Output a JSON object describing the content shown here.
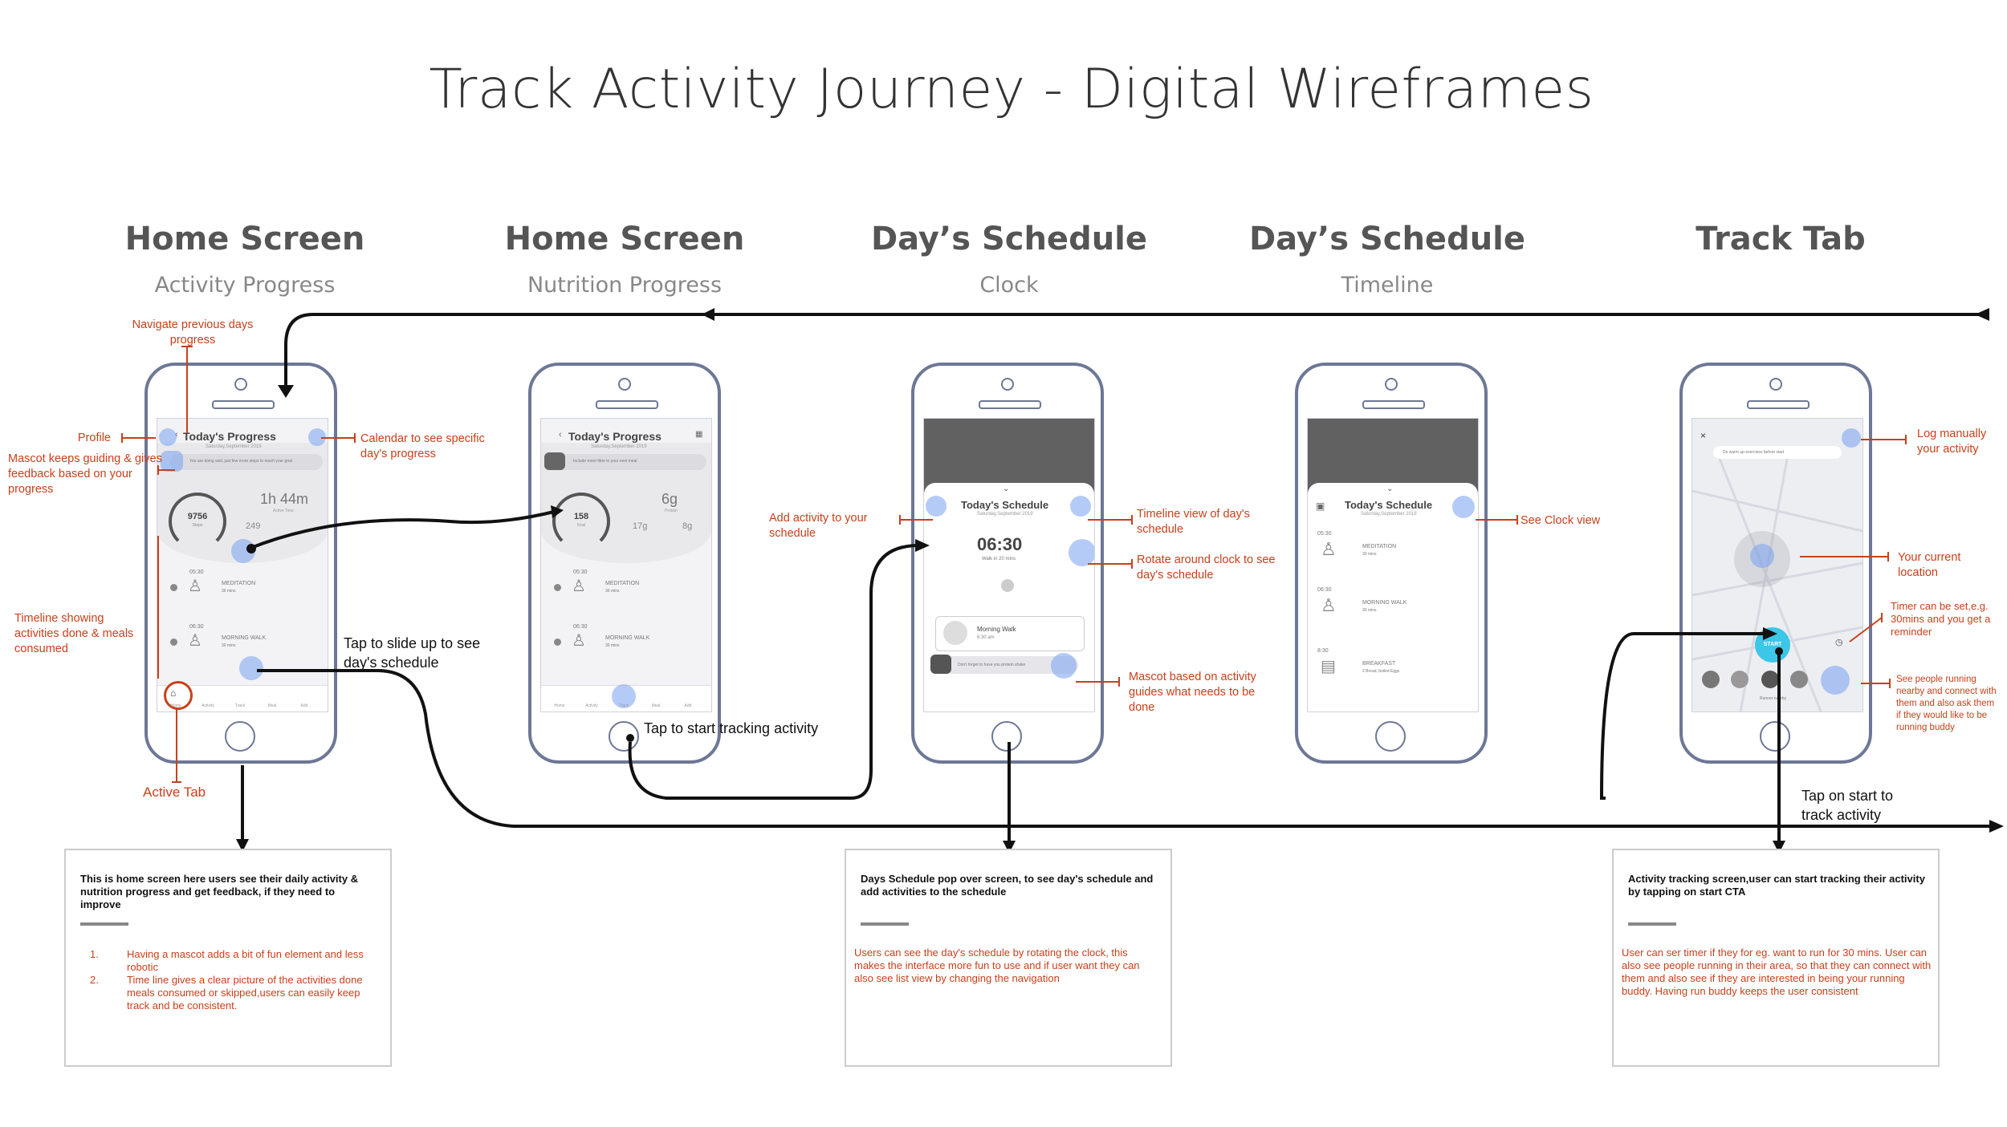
{
  "title": "Track Activity Journey - Digital Wireframes",
  "columns": [
    {
      "title": "Home Screen",
      "subtitle": "Activity Progress"
    },
    {
      "title": "Home Screen",
      "subtitle": "Nutrition Progress"
    },
    {
      "title": "Day’s Schedule",
      "subtitle": "Clock"
    },
    {
      "title": "Day’s Schedule",
      "subtitle": "Timeline"
    },
    {
      "title": "Track Tab",
      "subtitle": ""
    }
  ],
  "screens": {
    "s1": {
      "title": "Today's Progress",
      "date": "Saturday,September 2019",
      "mascot_msg": "You are doing well, just few more steps to reach your goal",
      "steps": "9756",
      "steps_label": "Steps",
      "time": "1h 44m",
      "time_label": "Active Time",
      "cal": "249",
      "t1": "05:30",
      "act1": "MEDITATION",
      "act1_sub": "30 mins",
      "t2": "06:30",
      "act2": "MORNING WALK",
      "act2_sub": "30 mins"
    },
    "s2": {
      "title": "Today's Progress",
      "date": "Saturday,September 2019",
      "mascot_msg": "Include more fibre in your next meal",
      "kcal": "158",
      "kcal_label": "Kcal",
      "protein": "6g",
      "protein_label": "Protein",
      "carbs": "17g",
      "fat": "8g",
      "t1": "05:30",
      "act1": "MEDITATION",
      "act1_sub": "30 mins",
      "t2": "06:30",
      "act2": "MORNING WALK",
      "act2_sub": "30 mins"
    },
    "s3": {
      "title": "Today's Schedule",
      "date": "Saturday,September 2019",
      "clock": "06:30",
      "clock_sub": "Walk in 20 mins",
      "card_title": "Morning Walk",
      "card_sub": "6:30 am",
      "mascot_msg": "Don't forget to have you protein shake"
    },
    "s4": {
      "title": "Today's Schedule",
      "date": "Saturday,September 2019",
      "t1": "05:30",
      "act1": "MEDITATION",
      "act1_sub": "30 mins",
      "t2": "06:30",
      "act2": "MORNING WALK",
      "act2_sub": "30 mins",
      "t3": "8:30",
      "act3": "BREAKFAST",
      "act3_sub": "2 Bread, boiled Eggs"
    },
    "s5": {
      "banner": "Do warm up exercises before start",
      "start": "START",
      "runners_label": "Runner nearby"
    },
    "tabs": [
      "Home",
      "Activity",
      "Track",
      "Meal",
      "Add"
    ]
  },
  "annotations": {
    "navigate_prev": "Navigate previous days progress",
    "profile": "Profile",
    "mascot_feedback": "Mascot keeps guiding & gives feedback based on your progress",
    "calendar": "Calendar to see specific day's progress",
    "timeline_show": "Timeline showing activities done & meals consumed",
    "active_tab": "Active Tab",
    "slide_up": "Tap to slide up to see day's schedule",
    "tap_track": "Tap to start tracking activity",
    "add_activity": "Add activity to your schedule",
    "timeline_view": "Timeline view of day's schedule",
    "rotate_clock": "Rotate around clock to see day's schedule",
    "mascot_activity": "Mascot based on activity guides what needs to be done",
    "see_clock": "See Clock view",
    "log_manually": "Log manually your activity",
    "current_location": "Your current location",
    "timer": "Timer can be set,e.g. 30mins and you get a reminder",
    "see_people": "See people running nearby and connect with them and also ask them if they would like to be running buddy",
    "tap_start": "Tap on start to track activity"
  },
  "notes": [
    {
      "heading": "This is home screen here users see their daily activity & nutrition progress and get feedback, if they need to improve",
      "items": [
        "Having a mascot adds a bit of fun element and less robotic",
        "Time line gives a clear picture of the activities done meals consumed or skipped,users can easily keep track and be consistent."
      ]
    },
    {
      "heading": "Days Schedule pop over screen, to see day's schedule and add activities to the schedule",
      "body": "Users can see the day's schedule by rotating the clock, this makes the interface more fun to use and if user want they can also see list view by changing the navigation"
    },
    {
      "heading": "Activity tracking screen,user can start tracking their activity by tapping on start CTA",
      "body": "User can ser timer if they for eg. want to run for 30 mins. User can also see people running in their area, so that they can connect with them and also see if they are interested in being your running buddy. Having run buddy keeps the user consistent"
    }
  ],
  "list_markers": [
    "1.",
    "2."
  ],
  "colors": {
    "annotation": "#c8401b",
    "phone_frame": "#6d7796",
    "highlight": "#7aa0f0",
    "start_button": "#3cc6e8"
  }
}
